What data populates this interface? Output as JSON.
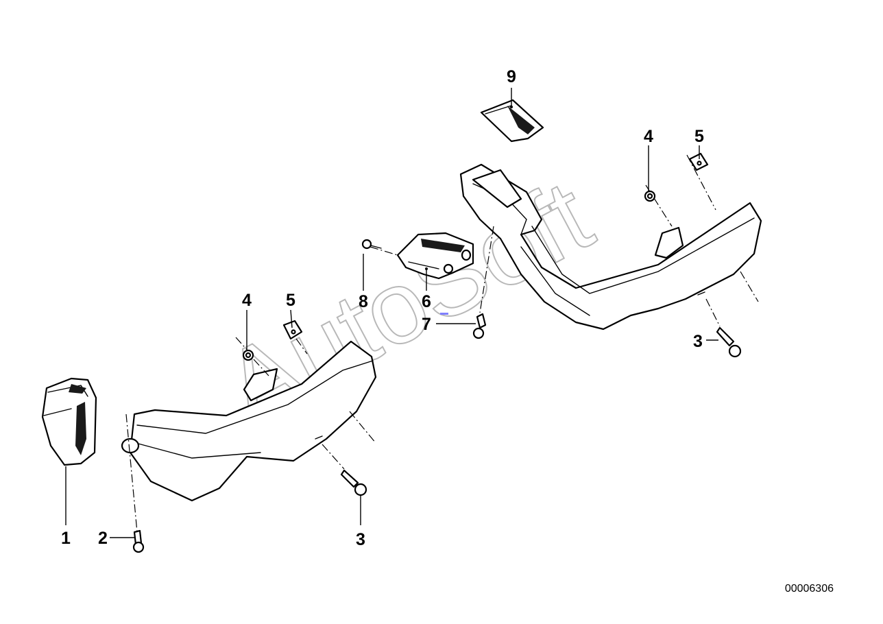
{
  "callouts": [
    {
      "id": "c1",
      "label": "1"
    },
    {
      "id": "c2",
      "label": "2"
    },
    {
      "id": "c3a",
      "label": "3"
    },
    {
      "id": "c3b",
      "label": "3"
    },
    {
      "id": "c4a",
      "label": "4"
    },
    {
      "id": "c4b",
      "label": "4"
    },
    {
      "id": "c5a",
      "label": "5"
    },
    {
      "id": "c5b",
      "label": "5"
    },
    {
      "id": "c6",
      "label": "6"
    },
    {
      "id": "c7",
      "label": "7"
    },
    {
      "id": "c8",
      "label": "8"
    },
    {
      "id": "c9",
      "label": "9"
    }
  ],
  "diagram_ref": "00006306",
  "watermark": "AutoSoft"
}
